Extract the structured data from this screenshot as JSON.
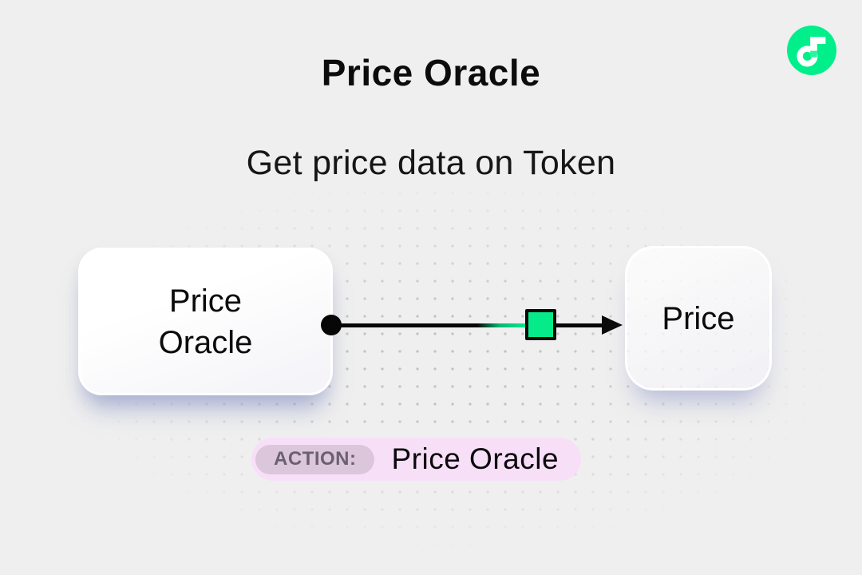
{
  "page": {
    "title": "Price Oracle",
    "subtitle": "Get price data on Token"
  },
  "brand": {
    "logo_icon": "flow-logo",
    "logo_color": "#00EF8B"
  },
  "diagram": {
    "source_node": {
      "label": "Price Oracle"
    },
    "target_node": {
      "label": "Price"
    },
    "connector": {
      "start_icon": "filled-circle",
      "marker_icon": "green-square",
      "marker_color": "#06EB8A",
      "end_icon": "arrowhead-right",
      "line_color": "#070707"
    }
  },
  "action_badge": {
    "label": "ACTION:",
    "value": "Price Oracle",
    "badge_color": "#F8DFF8",
    "label_pill_color": "#DCC6DC"
  },
  "colors": {
    "background": "#EFEFEF",
    "text": "#0C0C0C",
    "accent_green": "#00EF8B",
    "dots": "#C3C3C5",
    "node_shadow": "#808AC0"
  }
}
